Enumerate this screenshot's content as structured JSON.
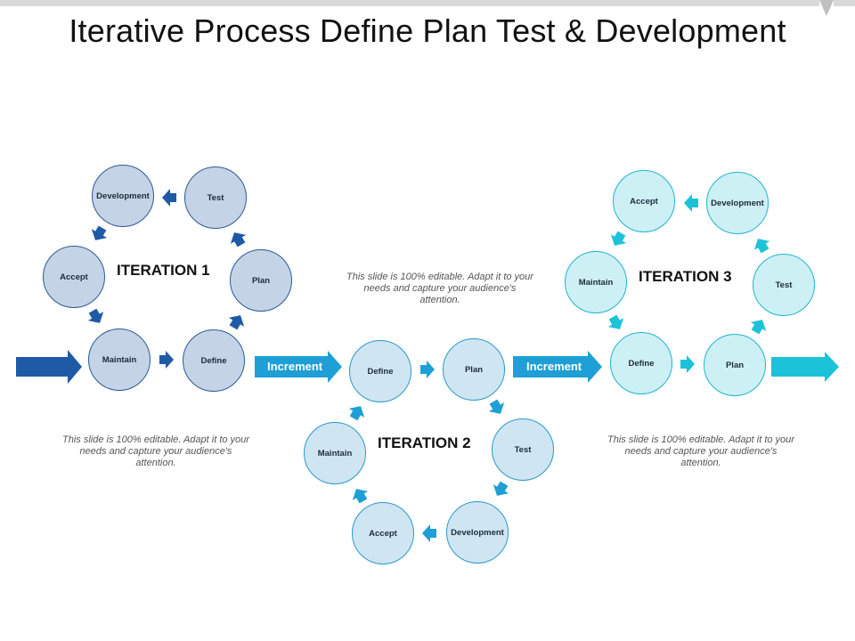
{
  "title": "Iterative Process Define Plan Test & Development",
  "iterations": [
    {
      "label": "ITERATION 1",
      "stages": {
        "define": "Define",
        "plan": "Plan",
        "test": "Test",
        "development": "Development",
        "accept": "Accept",
        "maintain": "Maintain"
      }
    },
    {
      "label": "ITERATION 2",
      "stages": {
        "define": "Define",
        "plan": "Plan",
        "test": "Test",
        "development": "Development",
        "accept": "Accept",
        "maintain": "Maintain"
      }
    },
    {
      "label": "ITERATION 3",
      "stages": {
        "define": "Define",
        "plan": "Plan",
        "test": "Test",
        "development": "Development",
        "accept": "Accept",
        "maintain": "Maintain"
      }
    }
  ],
  "increments": [
    "Increment",
    "Increment"
  ],
  "notes": [
    "This slide is 100% editable. Adapt it to your needs and capture your audience's attention.",
    "This slide is 100% editable. Adapt it to your needs and capture your audience's attention.",
    "This slide is 100% editable. Adapt it to your needs and capture your audience's attention."
  ],
  "colors": {
    "iteration1_fill": "#c4d3e6",
    "iteration1_arrow": "#1f5aa6",
    "iteration2_fill": "#cfe6f2",
    "iteration2_arrow": "#1e9fd6",
    "iteration3_fill": "#cdf0f5",
    "iteration3_arrow": "#1cc3d8"
  }
}
